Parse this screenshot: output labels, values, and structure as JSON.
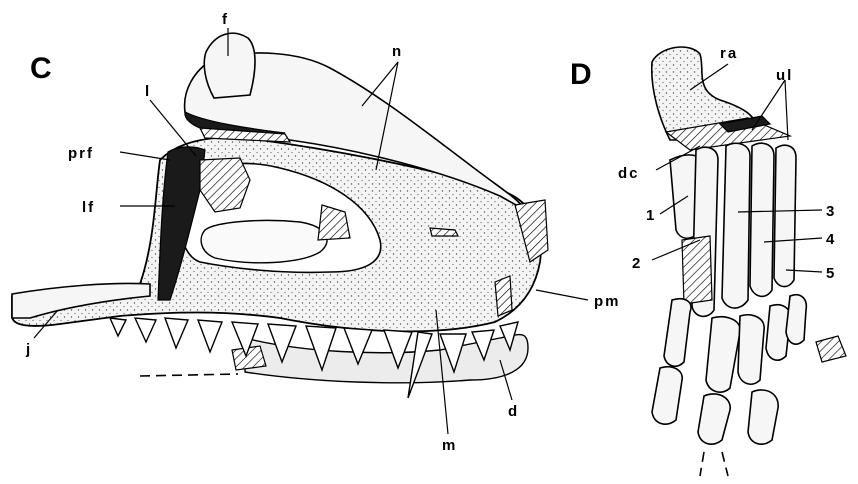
{
  "panels": {
    "skull": {
      "label": "C",
      "labels": {
        "f": "f",
        "n": "n",
        "l": "l",
        "prf": "prf",
        "lf": "lf",
        "j": "j",
        "m": "m",
        "d": "d",
        "pm": "pm"
      }
    },
    "manus": {
      "label": "D",
      "labels": {
        "ra": "ra",
        "ul": "ul",
        "dc": "dc",
        "d1": "1",
        "d2": "2",
        "d3": "3",
        "d4": "4",
        "d5": "5"
      }
    }
  }
}
